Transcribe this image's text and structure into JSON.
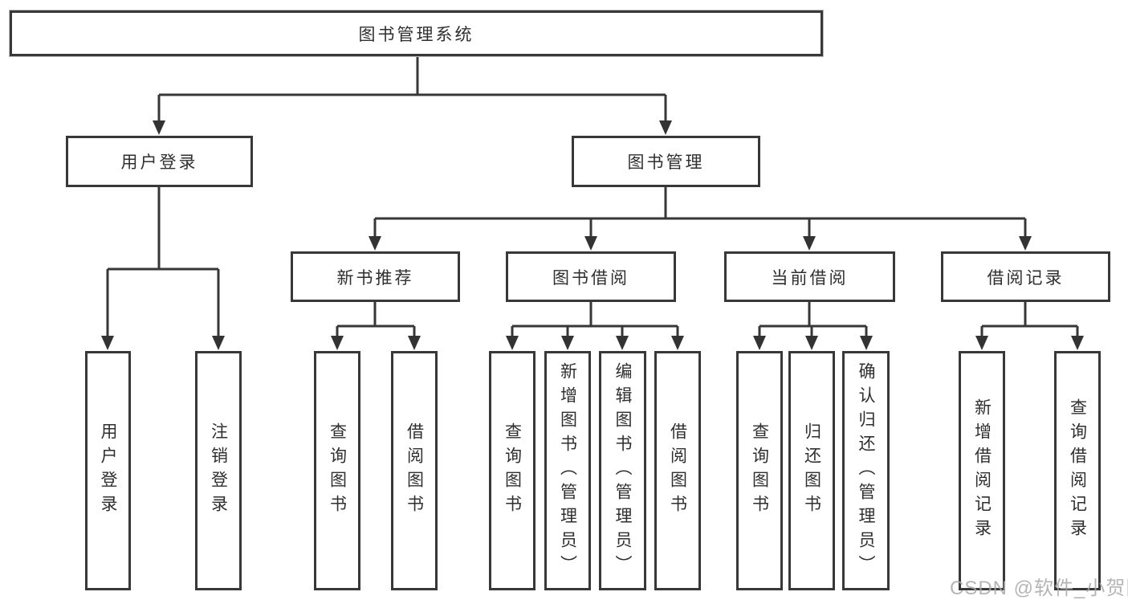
{
  "diagram": {
    "title": "图书管理系统",
    "tree": {
      "label": "图书管理系统",
      "children": [
        {
          "label": "用户登录",
          "children": [
            {
              "label": "用户登录"
            },
            {
              "label": "注销登录"
            }
          ]
        },
        {
          "label": "图书管理",
          "children": [
            {
              "label": "新书推荐",
              "children": [
                {
                  "label": "查询图书"
                },
                {
                  "label": "借阅图书"
                }
              ]
            },
            {
              "label": "图书借阅",
              "children": [
                {
                  "label": "查询图书"
                },
                {
                  "label": "新增图书（管理员）"
                },
                {
                  "label": "编辑图书（管理员）"
                },
                {
                  "label": "借阅图书"
                }
              ]
            },
            {
              "label": "当前借阅",
              "children": [
                {
                  "label": "查询图书"
                },
                {
                  "label": "归还图书"
                },
                {
                  "label": "确认归还（管理员）"
                }
              ]
            },
            {
              "label": "借阅记录",
              "children": [
                {
                  "label": "新增借阅记录"
                },
                {
                  "label": "查询借阅记录"
                }
              ]
            }
          ]
        }
      ]
    },
    "colors": {
      "line": "#373737",
      "box_border": "#383838",
      "text": "#2f2f2f",
      "background": "#ffffff",
      "watermark": "#a8a8a8"
    }
  },
  "watermark": {
    "text": "CSDN @软件_小贺同学"
  }
}
